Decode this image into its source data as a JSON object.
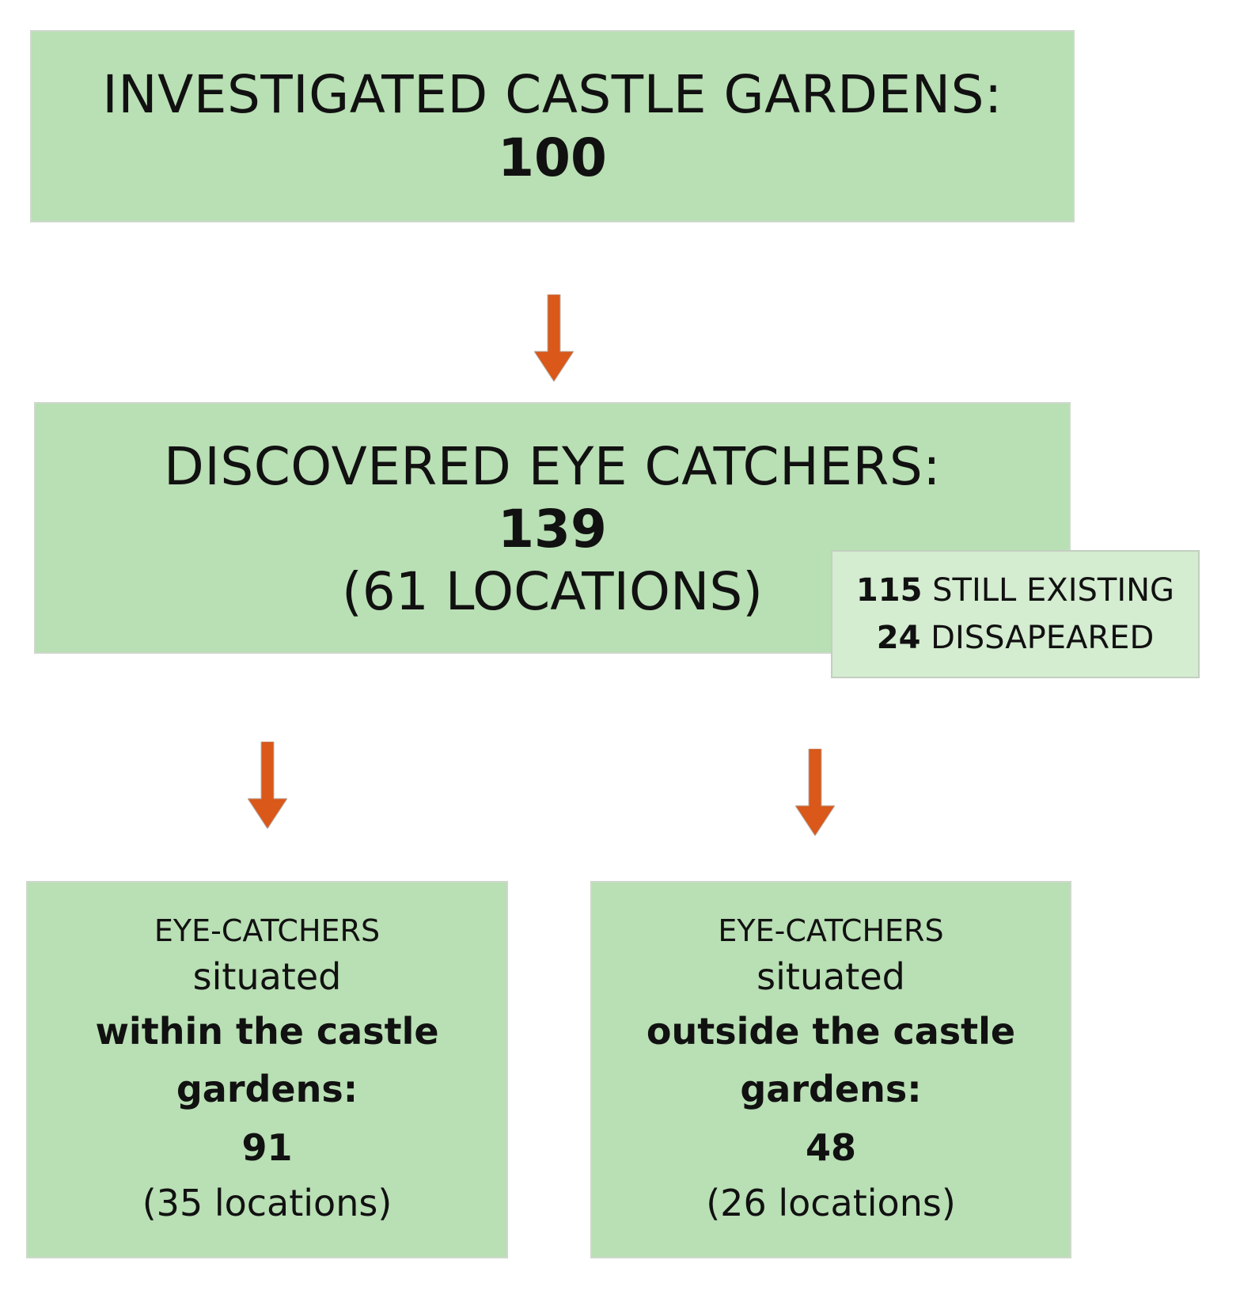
{
  "top_box": {
    "title": "INVESTIGATED CASTLE GARDENS:",
    "count": "100"
  },
  "middle_box": {
    "title": "DISCOVERED EYE CATCHERS:",
    "count": "139",
    "locations": "(61 LOCATIONS)"
  },
  "side_box": {
    "existing_count": "115",
    "existing_label": " STILL EXISTING",
    "disappeared_count": "24",
    "disappeared_label": " DISSAPEARED"
  },
  "left_box": {
    "line1": "EYE-CATCHERS",
    "line2": "situated",
    "line3": "within the castle",
    "line4": "gardens:",
    "count": "91",
    "locations": "(35 locations)"
  },
  "right_box": {
    "line1": "EYE-CATCHERS",
    "line2": "situated",
    "line3": "outside the castle",
    "line4": "gardens:",
    "count": "48",
    "locations": "(26 locations)"
  },
  "colors": {
    "box_fill": "#b9dfb4",
    "side_box_fill": "#d4ecd0",
    "arrow": "#d9581a"
  }
}
